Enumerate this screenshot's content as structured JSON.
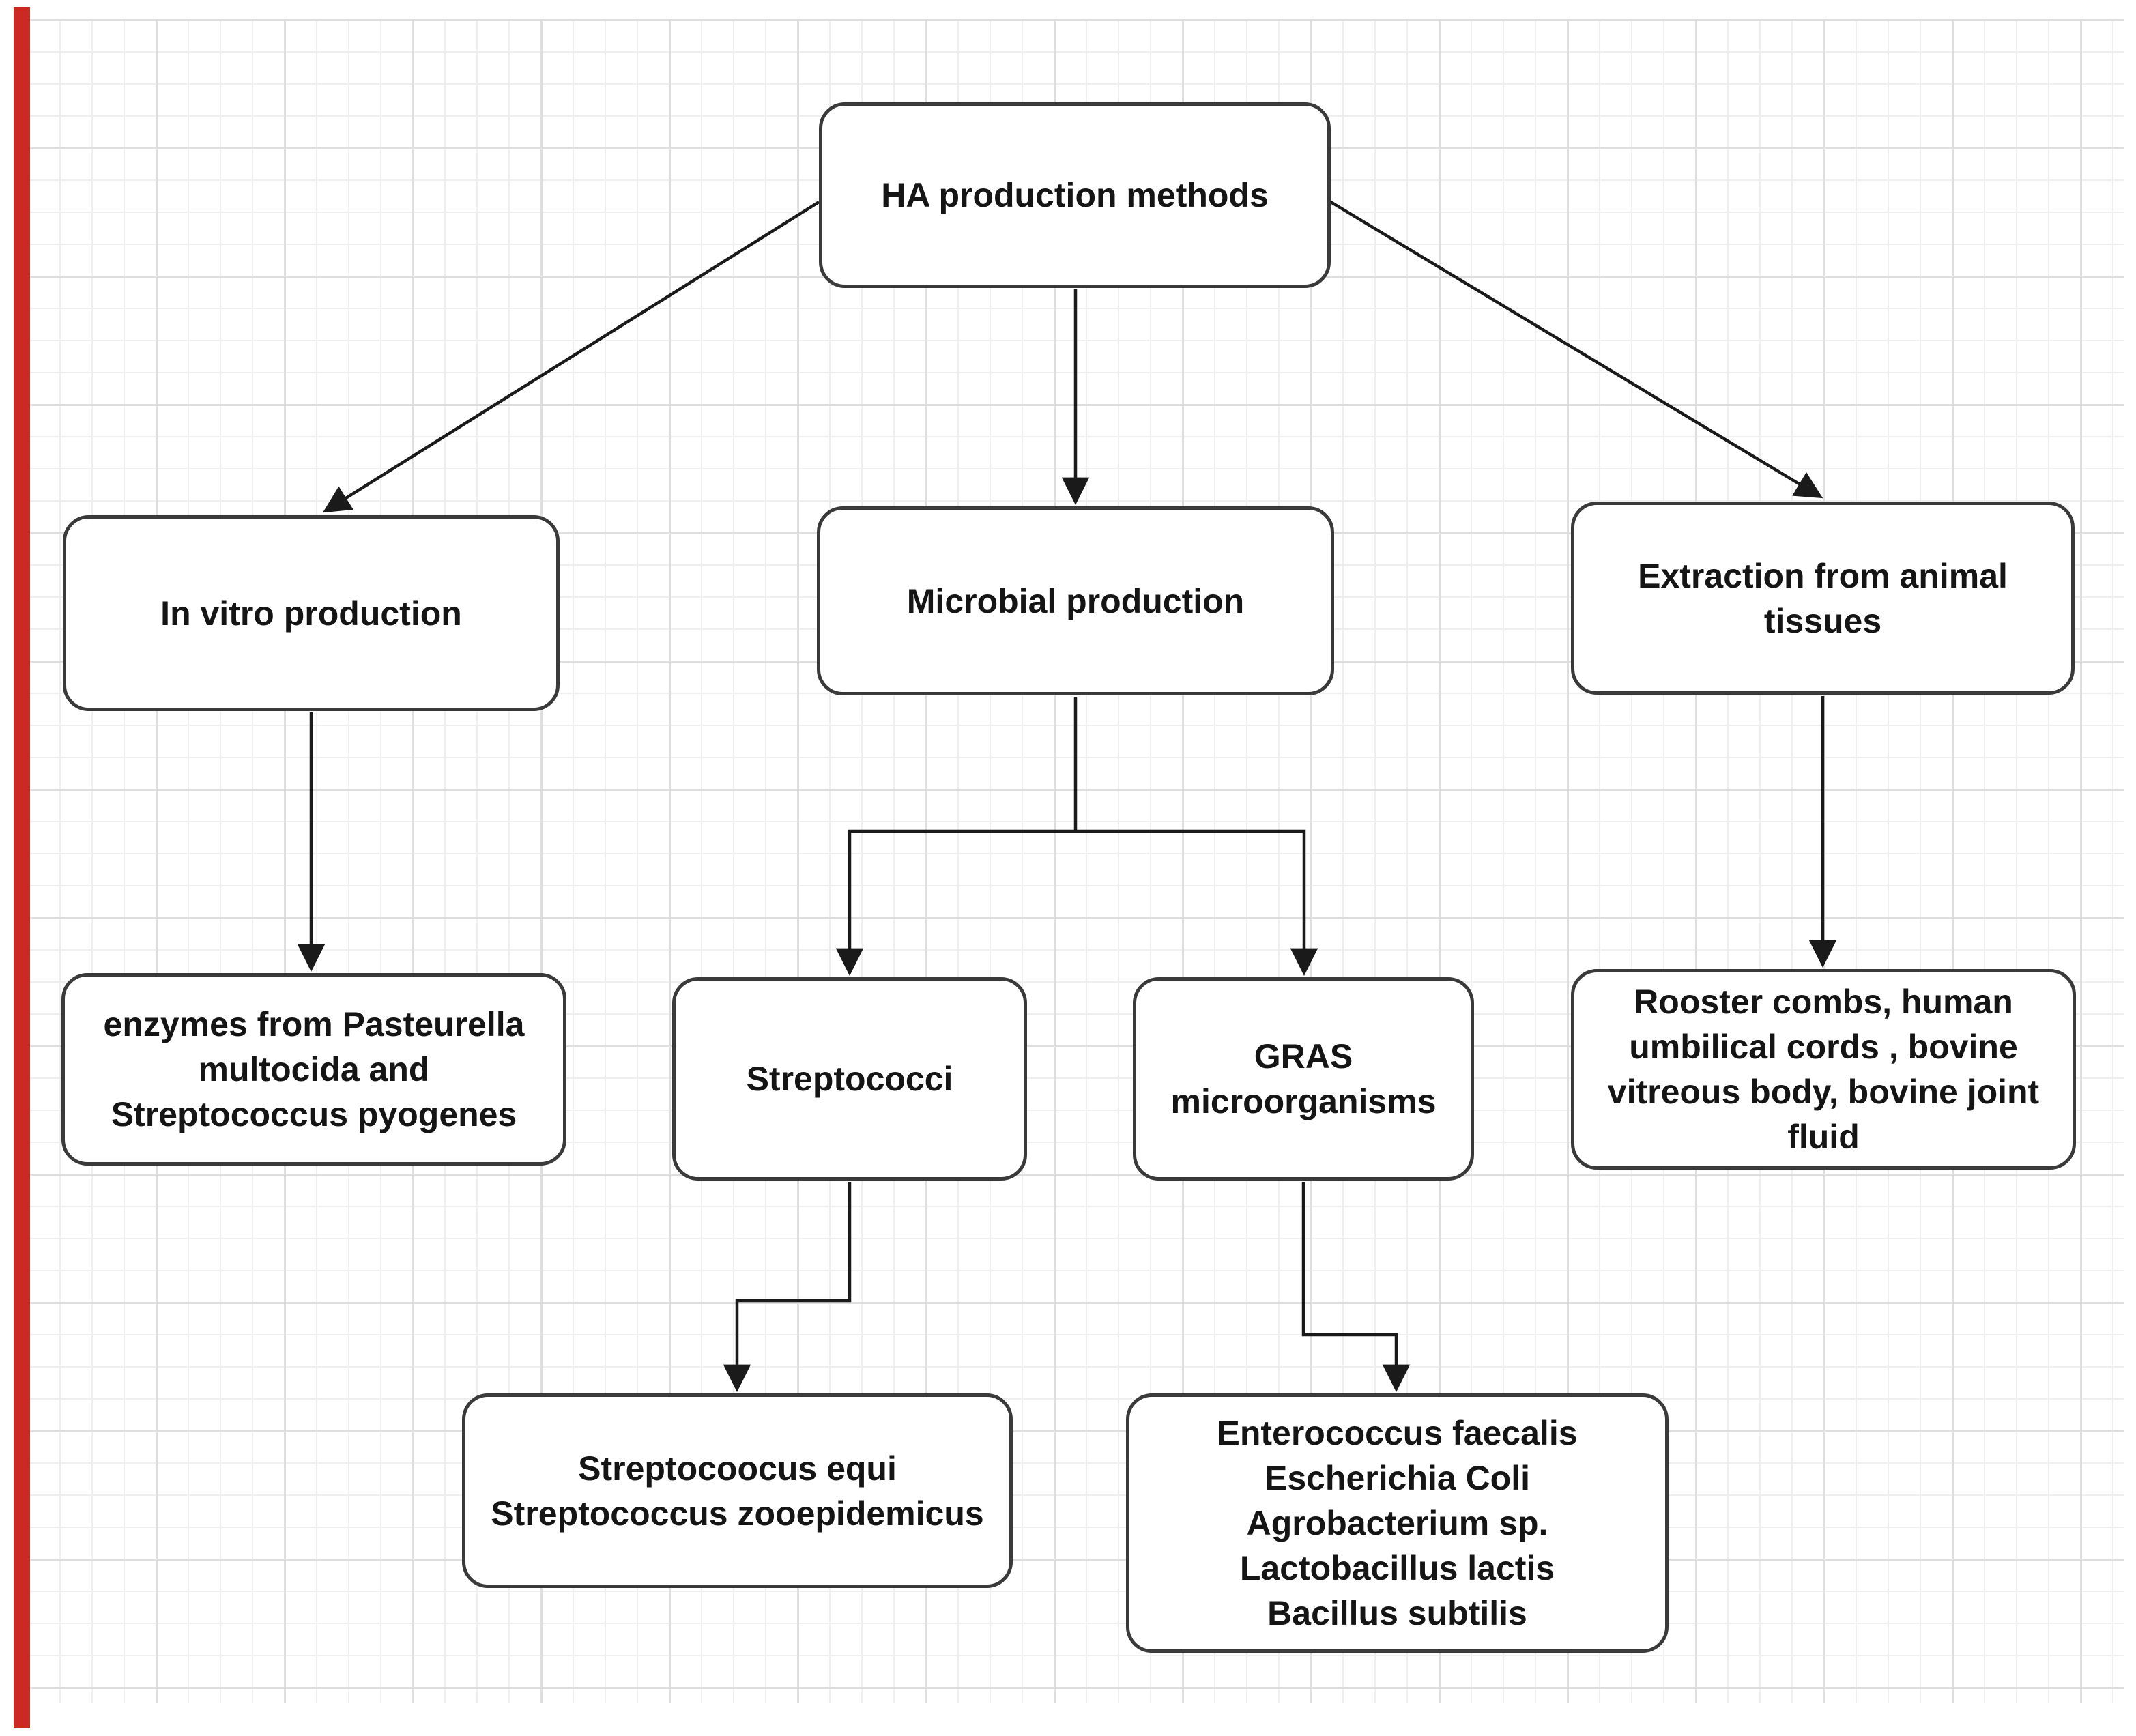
{
  "diagram": {
    "title": "HA production methods flowchart",
    "colors": {
      "background": "#ffffff",
      "grid_minor": "#efefef",
      "grid_major": "#dedede",
      "red_strip": "#cb2a23",
      "node_border": "#3a3a3a",
      "node_fill": "#ffffff",
      "text": "#151515",
      "edge": "#1a1a1a"
    },
    "nodes": [
      {
        "id": "root",
        "label": "HA production methods"
      },
      {
        "id": "invitro",
        "label": "In vitro production"
      },
      {
        "id": "microbial",
        "label": "Microbial production"
      },
      {
        "id": "extraction",
        "label": "Extraction from animal\ntissues"
      },
      {
        "id": "enzymes",
        "label": "enzymes from Pasteurella\nmultocida and\nStreptococcus pyogenes"
      },
      {
        "id": "streptococci",
        "label": "Streptococci"
      },
      {
        "id": "gras",
        "label": "GRAS\nmicroorganisms"
      },
      {
        "id": "rooster",
        "label": "Rooster combs, human\numbilical cords , bovine\nvitreous body, bovine joint\nfluid"
      },
      {
        "id": "strepto_species",
        "label": "Streptocoocus equi\nStreptococcus zooepidemicus"
      },
      {
        "id": "gras_species",
        "label": "Enterococcus faecalis\nEscherichia Coli\nAgrobacterium sp.\nLactobacillus lactis\nBacillus subtilis"
      }
    ],
    "edges": [
      {
        "from": "root",
        "to": "invitro"
      },
      {
        "from": "root",
        "to": "microbial"
      },
      {
        "from": "root",
        "to": "extraction"
      },
      {
        "from": "invitro",
        "to": "enzymes"
      },
      {
        "from": "microbial",
        "to": "streptococci"
      },
      {
        "from": "microbial",
        "to": "gras"
      },
      {
        "from": "extraction",
        "to": "rooster"
      },
      {
        "from": "streptococci",
        "to": "strepto_species"
      },
      {
        "from": "gras",
        "to": "gras_species"
      }
    ]
  }
}
